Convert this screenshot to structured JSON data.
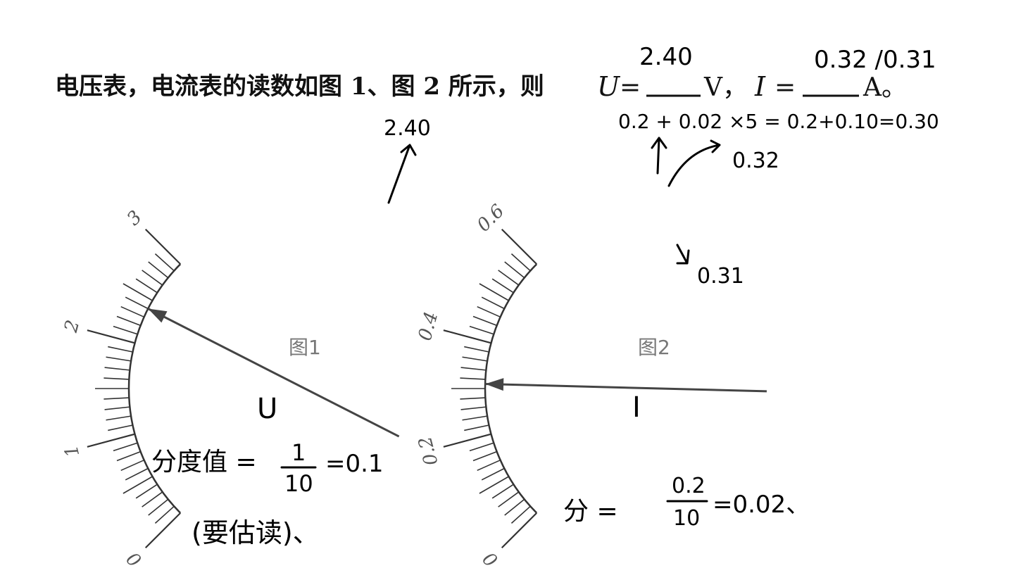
{
  "question": {
    "part1": "电压表，电流表的读数如图 1、图 2 所示，则",
    "var_u": "U",
    "eq": "=",
    "unit_v": "V，",
    "var_i": "I",
    "unit_a": "A。"
  },
  "figure1": {
    "caption": "图1",
    "scale_labels": [
      "0",
      "1",
      "2",
      "3"
    ],
    "scale_max": 3,
    "divisions": 30,
    "needle_value": 2.4
  },
  "figure2": {
    "caption": "图2",
    "scale_labels": [
      "0",
      "0.2",
      "0.4",
      "0.6"
    ],
    "scale_max": 0.6,
    "divisions": 30,
    "needle_value": 0.31
  },
  "handwriting": {
    "u_answer": "2.40",
    "i_answer": "0.32 /0.31",
    "arrow_label_fig1": "2.40",
    "calc_line": "0.2 + 0.02 ×5 = 0.2+0.10=0.30",
    "label_032": "0.32",
    "label_031": "0.31",
    "u_heading": "U",
    "u_division": "分度值 =",
    "u_frac_num": "1",
    "u_frac_den": "10",
    "u_frac_result": "=0.1",
    "u_note": "(要估读)、",
    "i_heading": "I",
    "i_division": "分 =",
    "i_frac_num": "0.2",
    "i_frac_den": "10",
    "i_frac_result": "=0.02、"
  }
}
